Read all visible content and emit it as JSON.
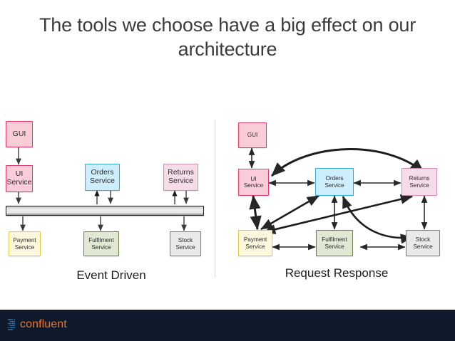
{
  "slide": {
    "title": "The tools we choose have a big effect on our architecture",
    "background": "#ffffff"
  },
  "diagrams": [
    {
      "id": "event-driven",
      "caption": "Event Driven",
      "bus_label": "",
      "nodes": [
        {
          "key": "gui",
          "label": "GUI",
          "fill": "#f9ccd8",
          "stroke": "#e8386a"
        },
        {
          "key": "ui",
          "label": "UI\nService",
          "fill": "#fbccd9",
          "stroke": "#e8386a"
        },
        {
          "key": "orders",
          "label": "Orders\nService",
          "fill": "#cdeefc",
          "stroke": "#3aa9da"
        },
        {
          "key": "returns",
          "label": "Returns\nService",
          "fill": "#f5dce8",
          "stroke": "#c98fb0"
        },
        {
          "key": "payment",
          "label": "Payment\nService",
          "fill": "#fdf8dd",
          "stroke": "#e8c93c"
        },
        {
          "key": "fulfil",
          "label": "Fulfilment\nService",
          "fill": "#e0e7d2",
          "stroke": "#6e7d4d"
        },
        {
          "key": "stock",
          "label": "Stock\nService",
          "fill": "#e9e9e9",
          "stroke": "#7d7d7d"
        }
      ],
      "connections": [
        {
          "from": "gui",
          "to": "ui",
          "direction": "one-way"
        },
        {
          "from": "ui",
          "to": "bus",
          "direction": "one-way"
        },
        {
          "from": "orders",
          "to": "bus",
          "direction": "one-way"
        },
        {
          "from": "bus",
          "to": "orders",
          "direction": "one-way"
        },
        {
          "from": "returns",
          "to": "bus",
          "direction": "one-way"
        },
        {
          "from": "bus",
          "to": "returns",
          "direction": "one-way"
        },
        {
          "from": "bus",
          "to": "payment",
          "direction": "one-way"
        },
        {
          "from": "bus",
          "to": "fulfil",
          "direction": "one-way"
        },
        {
          "from": "bus",
          "to": "stock",
          "direction": "one-way"
        }
      ]
    },
    {
      "id": "request-response",
      "caption": "Request Response",
      "nodes": [
        {
          "key": "gui",
          "label": "GUI",
          "fill": "#f9ccd8",
          "stroke": "#e8386a"
        },
        {
          "key": "ui",
          "label": "UI\nService",
          "fill": "#fbccd9",
          "stroke": "#e8386a"
        },
        {
          "key": "orders",
          "label": "Orders\nService",
          "fill": "#cdeefc",
          "stroke": "#3aa9da"
        },
        {
          "key": "returns",
          "label": "Returns\nService",
          "fill": "#f5dce8",
          "stroke": "#c98fb0"
        },
        {
          "key": "payment",
          "label": "Payment\nService",
          "fill": "#fdf8dd",
          "stroke": "#e8c93c"
        },
        {
          "key": "fulfil",
          "label": "Fulfilment\nService",
          "fill": "#e0e7d2",
          "stroke": "#6e7d4d"
        },
        {
          "key": "stock",
          "label": "Stock\nService",
          "fill": "#e9e9e9",
          "stroke": "#7d7d7d"
        }
      ],
      "connections": [
        {
          "from": "gui",
          "to": "ui",
          "direction": "two-way"
        },
        {
          "from": "ui",
          "to": "orders",
          "direction": "two-way"
        },
        {
          "from": "orders",
          "to": "returns",
          "direction": "two-way"
        },
        {
          "from": "ui",
          "to": "returns",
          "direction": "two-way",
          "style": "curved"
        },
        {
          "from": "payment",
          "to": "fulfil",
          "direction": "two-way"
        },
        {
          "from": "fulfil",
          "to": "stock",
          "direction": "two-way"
        },
        {
          "from": "ui",
          "to": "payment",
          "direction": "two-way"
        },
        {
          "from": "orders",
          "to": "fulfil",
          "direction": "two-way"
        },
        {
          "from": "returns",
          "to": "stock",
          "direction": "two-way"
        },
        {
          "from": "payment",
          "to": "orders",
          "direction": "two-way"
        },
        {
          "from": "payment",
          "to": "returns",
          "direction": "two-way"
        },
        {
          "from": "orders",
          "to": "stock",
          "direction": "two-way",
          "style": "curved"
        }
      ]
    }
  ],
  "footer": {
    "brand": "confluent",
    "brand_color": "#e8762a",
    "background": "#0e1a2b",
    "mark_color": "#2b6fa8"
  }
}
